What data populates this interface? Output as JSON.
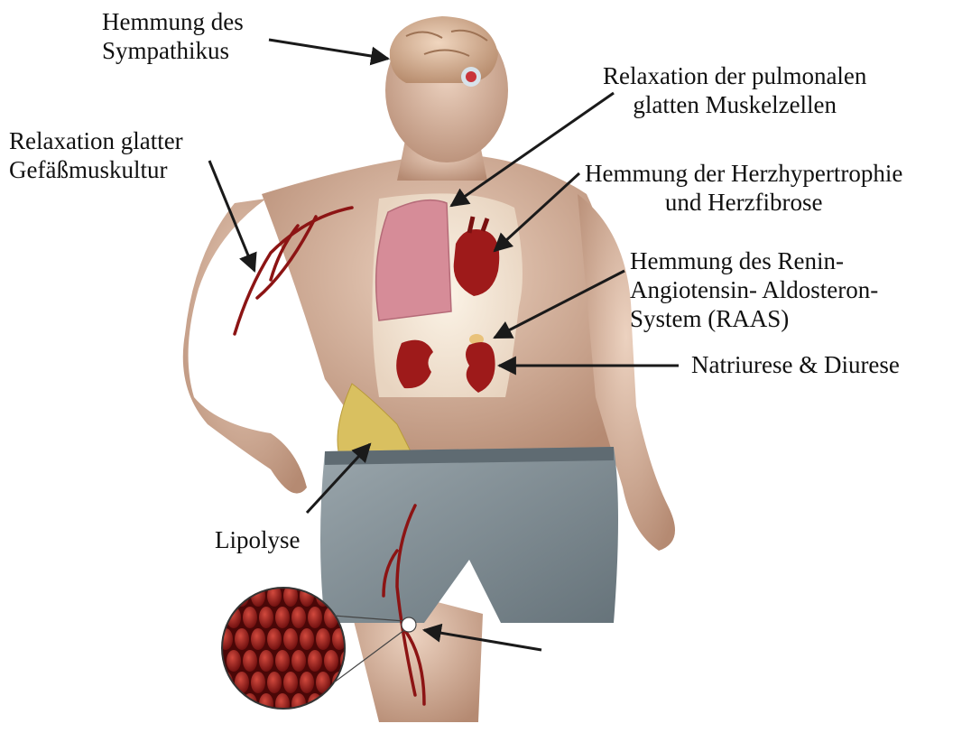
{
  "labels": {
    "sympathikus": [
      "Hemmung des",
      "Sympathikus"
    ],
    "pulmonal": [
      "Relaxation der pulmonalen",
      "glatten Muskelzellen"
    ],
    "gefaess": [
      "Relaxation glatter",
      "Gefäßmuskultur"
    ],
    "herz": [
      "Hemmung der Herzhypertrophie",
      "und Herzfibrose"
    ],
    "raas": [
      "Hemmung des Renin-",
      "Angiotensin- Aldosteron-",
      "System (RAAS)"
    ],
    "natriurese": "Natriurese & Diurese",
    "lipolyse": "Lipolyse"
  },
  "colors": {
    "skin": "#d9b6a0",
    "organ_red": "#9e1a1a",
    "lung": "#d68c98",
    "fat": "#d9c060",
    "shorts": "#7f8c93",
    "arrow": "#1a1a1a"
  }
}
